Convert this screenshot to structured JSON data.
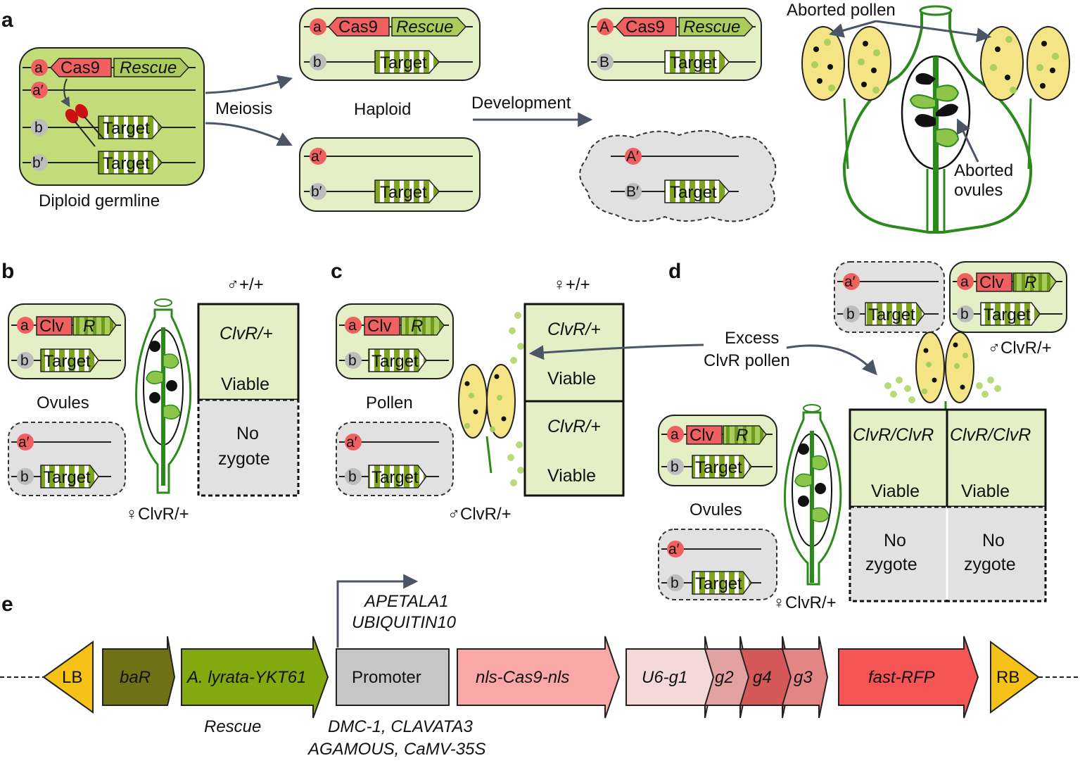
{
  "panels": [
    "a",
    "b",
    "c",
    "d",
    "e"
  ],
  "panel_a": {
    "germline_caption": "Diploid germline",
    "meiosis_label": "Meiosis",
    "haploid_label": "Haploid",
    "development_label": "Development",
    "aborted_pollen": "Aborted pollen",
    "aborted_ovules_1": "Aborted",
    "aborted_ovules_2": "ovules",
    "cas9": "Cas9",
    "rescue": "Rescue",
    "target": "Target",
    "alleles": {
      "a": "a",
      "a_prime": "a′",
      "b": "b",
      "b_prime": "b′",
      "A": "A",
      "B": "B",
      "A_prime": "A′",
      "B_prime": "B′"
    }
  },
  "panel_b": {
    "ovules": "Ovules",
    "female": "♀ClvR/+",
    "male_header": "♂+/+",
    "clv": "Clv",
    "r": "R",
    "cell1_line1": "ClvR/+",
    "cell1_line2": "Viable",
    "cell2_line1": "No",
    "cell2_line2": "zygote"
  },
  "panel_c": {
    "pollen": "Pollen",
    "male": "♂ClvR/+",
    "female_header": "♀+/+",
    "cell1_line1": "ClvR/+",
    "cell1_line2": "Viable",
    "cell2_line1": "ClvR/+",
    "cell2_line2": "Viable"
  },
  "panel_d": {
    "excess_1": "Excess",
    "excess_2": "ClvR pollen",
    "male": "♂ClvR/+",
    "ovules": "Ovules",
    "female": "♀ClvR/+",
    "cell_geno": "ClvR/ClvR",
    "viable": "Viable",
    "no": "No",
    "zygote": "zygote"
  },
  "panel_e": {
    "LB": "LB",
    "baR": "baR",
    "ykt": "A. lyrata-YKT61",
    "promoter": "Promoter",
    "cas9": "nls-Cas9-nls",
    "u6": "U6-g1",
    "g2": "g2",
    "g4": "g4",
    "g3": "g3",
    "rfp": "fast-RFP",
    "RB": "RB",
    "rescue_caption": "Rescue",
    "promoters_above_1": "APETALA1",
    "promoters_above_2": "UBIQUITIN10",
    "promoters_below_1": "DMC-1, CLAVATA3",
    "promoters_below_2": "AGAMOUS, CaMV-35S"
  },
  "colors": {
    "box_green": "#e4efc6",
    "box_gray": "#e1e1e1",
    "cas9_red": "#f06060",
    "rescue_green": "#8db43a",
    "target_green": "#7ea420",
    "allele_gray": "#bdbdbd",
    "stem_green": "#2c8a1c",
    "pollen_yellow": "#f5e486",
    "arrow_blue": "#4b5566"
  }
}
